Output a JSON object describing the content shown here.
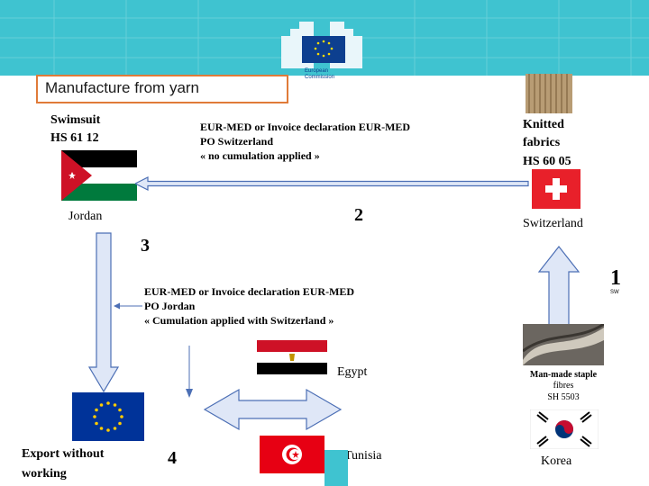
{
  "header": {
    "logo_text": "European Commission"
  },
  "title": "Manufacture from yarn",
  "jordan": {
    "product": "Swimsuit",
    "hs": "HS  61 12",
    "country": "Jordan"
  },
  "switzerland": {
    "product_line1": "Knitted",
    "product_line2": "fabrics",
    "hs": "HS 60 05",
    "country": "Switzerland"
  },
  "korea": {
    "product_line1": "Man-made staple",
    "product_line2": "fibres",
    "sh": "SH  5503",
    "country": "Korea"
  },
  "egypt": {
    "country": "Egypt"
  },
  "tunisia": {
    "country": "Tunisia"
  },
  "eu": {
    "label_line1": "Export without",
    "label_line2": "working"
  },
  "proof1": {
    "line1": "EUR-MED or Invoice declaration EUR-MED",
    "line2": "PO Switzerland",
    "line3": "« no cumulation applied »"
  },
  "proof2": {
    "line1": "EUR-MED or Invoice declaration EUR-MED",
    "line2": "PO Jordan",
    "line3": "« Cumulation applied with Switzerland »"
  },
  "steps": {
    "s1": "1",
    "s1_sub": "SW",
    "s2": "2",
    "s3": "3",
    "s4": "4"
  },
  "colors": {
    "header": "#3fc3d0",
    "title_border": "#e07b39",
    "arrow_fill": "#dfe7f7",
    "arrow_stroke": "#4c6fb5"
  },
  "icons": [
    "jordan-flag-icon",
    "swiss-flag-icon",
    "egypt-flag-icon",
    "eu-flag-icon",
    "tunisia-flag-icon",
    "korea-flag-icon",
    "fabric-photo",
    "fibres-photo"
  ]
}
